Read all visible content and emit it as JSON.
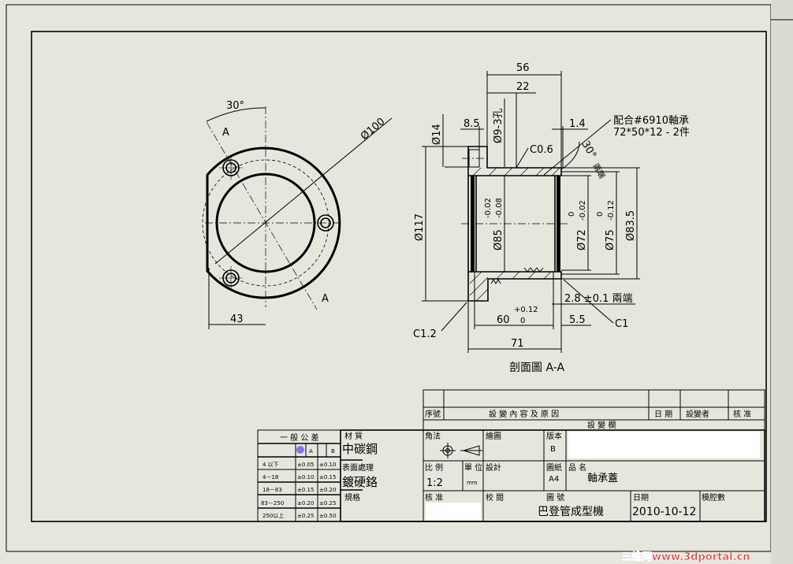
{
  "front_view": {
    "angle": "30°",
    "section_label": "A",
    "diameter": "Ø100",
    "width": "43"
  },
  "section_view": {
    "title": "剖面圖 A-A",
    "dims": {
      "d56": "56",
      "d22": "22",
      "d8_5": "8.5",
      "d1_4": "1.4",
      "phi14": "Ø14",
      "phi9": "Ø9-3孔",
      "c06": "C0.6",
      "phi117": "Ø117",
      "phi85": "Ø85",
      "phi85_tol1": "-0.02",
      "phi85_tol2": "-0.08",
      "phi72": "Ø72",
      "phi72_tol1": "0",
      "phi72_tol2": "-0.02",
      "phi75": "Ø75",
      "phi75_tol1": "0",
      "phi75_tol2": "-0.12",
      "phi83_5": "Ø83.5",
      "angle30": "30°",
      "both_ends_small": "兩端",
      "d2_8": "2.8 ±0.1 兩端",
      "d60": "60",
      "d60_tol1": "+0.12",
      "d60_tol2": "0",
      "d5_5": "5.5",
      "c1": "C1",
      "c12": "C1.2",
      "d71": "71"
    },
    "note_line1": "配合#6910軸承",
    "note_line2": "72*50*12 - 2件"
  },
  "tolerance_table": {
    "title": "一 般 公 差",
    "col_a": "A",
    "col_b": "B",
    "rows": [
      {
        "range": "4 以下",
        "a": "±0.05",
        "b": "±0.10"
      },
      {
        "range": "4－18",
        "a": "±0.10",
        "b": "±0.15"
      },
      {
        "range": "18－83",
        "a": "±0.15",
        "b": "±0.20"
      },
      {
        "range": "83－250",
        "a": "±0.20",
        "b": "±0.25"
      },
      {
        "range": "250以上",
        "a": "±0.25",
        "b": "±0.50"
      }
    ]
  },
  "title_block": {
    "material_label": "材 質",
    "material": "中碳鋼",
    "surface_label": "表面處理",
    "surface": "鍍硬鉻",
    "spec_label": "規格",
    "projection_label": "角法",
    "drawing_label": "繪圖",
    "version_label": "版本",
    "version": "B",
    "scale_label": "比 例",
    "scale": "1:2",
    "unit_label": "單 位",
    "unit": "mm",
    "design_label": "設計",
    "paper_label": "圖紙",
    "paper": "A4",
    "name_label": "品 名",
    "name": "軸承蓋",
    "approve_label": "核 准",
    "check_label": "校 閱",
    "number_label": "圖 號",
    "number": "巴登管成型機",
    "date_label": "日期",
    "date": "2010-10-12",
    "cavity_label": "模腔數"
  },
  "revision_table": {
    "no": "序號",
    "content": "設 變 內 容 及 原 因",
    "date": "日 期",
    "changer": "設變者",
    "approver": "核 准",
    "footer": "設 變 欄"
  },
  "watermark": "三维网www.3dportal.cn"
}
